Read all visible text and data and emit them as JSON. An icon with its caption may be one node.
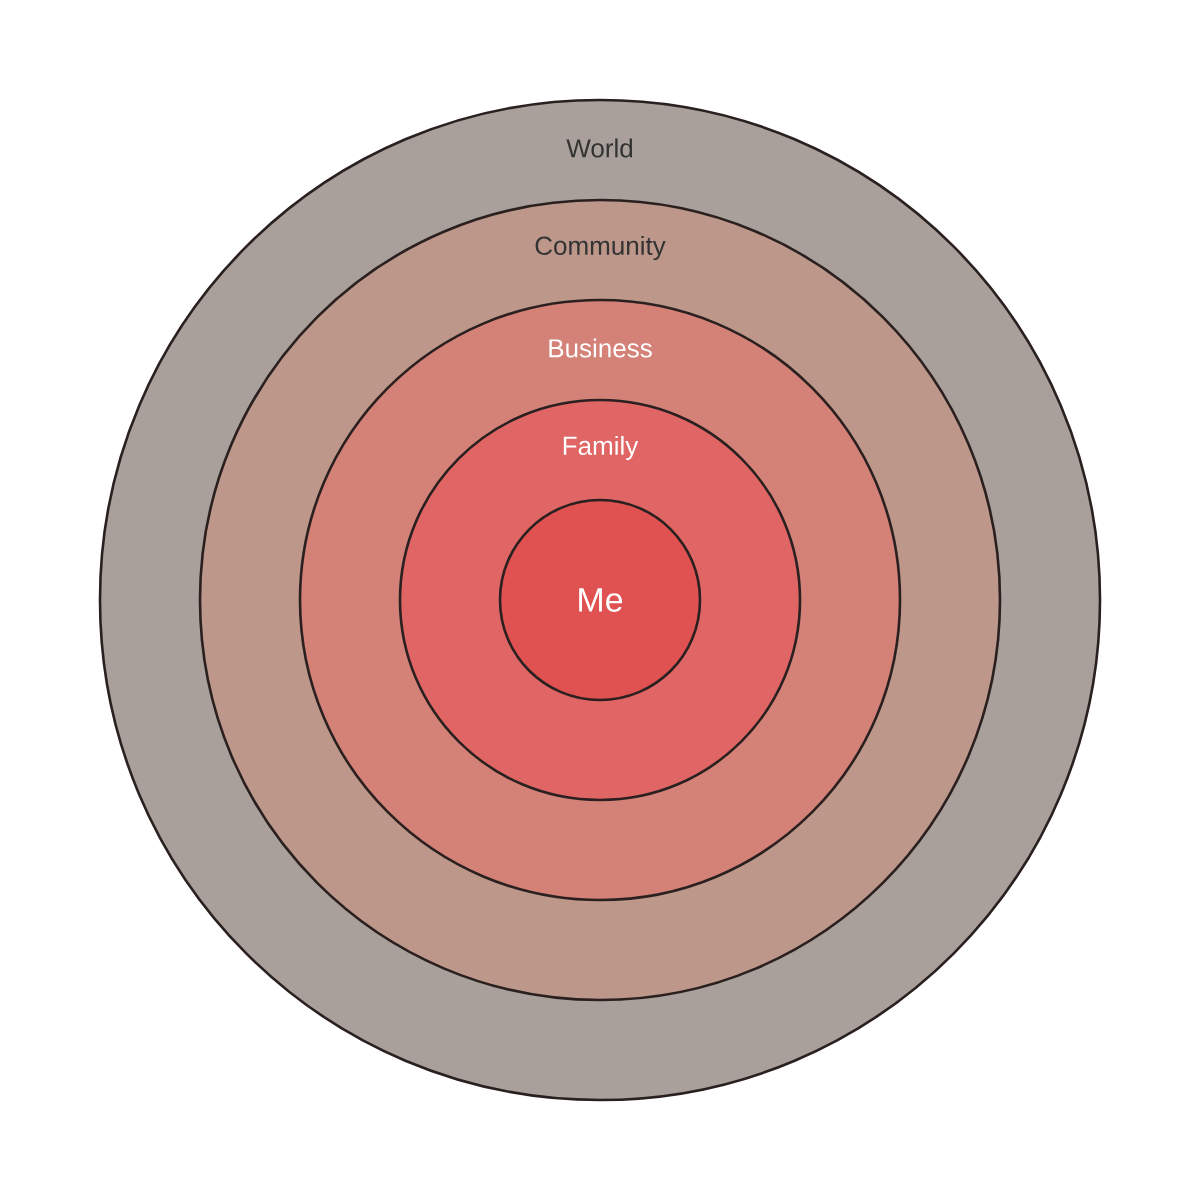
{
  "diagram": {
    "nodes": [
      {
        "text": [
          "World"
        ]
      },
      {
        "text": [
          "Community"
        ],
        "in": 0
      },
      {
        "text": [
          "Business"
        ],
        "in": 1
      },
      {
        "text": [
          "Family"
        ],
        "in": 2
      },
      {
        "text": [
          "Me"
        ],
        "in": 3
      }
    ]
  }
}
